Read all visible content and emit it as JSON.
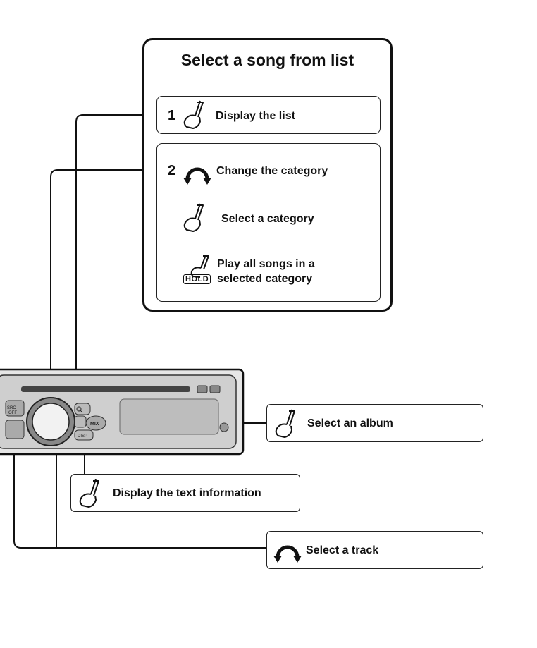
{
  "title": "Select a song from list",
  "step1": {
    "number": "1",
    "label": "Display the list",
    "icon": "finger-press-icon"
  },
  "step2": {
    "number": "2",
    "rotate_label": "Change the category",
    "rotate_icon": "rotate-knob-icon",
    "press_label": "Select a category",
    "press_icon": "finger-press-icon",
    "hold_line1": "Play all songs in a",
    "hold_line2": "selected category",
    "hold_icon": "finger-hold-icon",
    "hold_badge": "HOLD"
  },
  "callouts": {
    "album": "Select an album",
    "text_info": "Display the text information",
    "track": "Select a track"
  },
  "device": {
    "src_label": "SRC",
    "off_label": "OFF",
    "mix_label": "MIX",
    "disp_label": "DISP"
  },
  "colors": {
    "stroke": "#111111",
    "device_body": "#d9d9d9",
    "device_dark": "#555555"
  }
}
